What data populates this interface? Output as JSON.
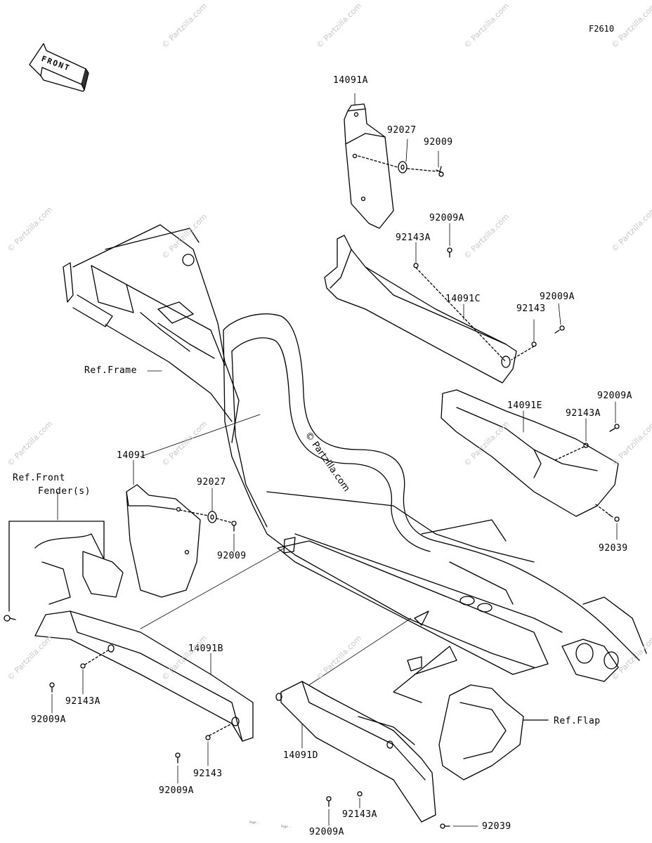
{
  "figure_ref": "F2610",
  "front_label": "FRONT",
  "watermark": "© Partzilla.com",
  "footer_text": [
    "Page ...",
    "Page ..."
  ],
  "parts": {
    "p14091A": "14091A",
    "p92027_top": "92027",
    "p92009_top": "92009",
    "p92009A_top": "92009A",
    "p92143A_top": "92143A",
    "p14091C": "14091C",
    "p92143_r": "92143",
    "p92009A_r": "92009A",
    "p92009A_e": "92009A",
    "p14091E": "14091E",
    "p92143A_e": "92143A",
    "p92039_r": "92039",
    "ref_frame": "Ref.Frame",
    "p14091": "14091",
    "p92027_l": "92027",
    "p92009_l": "92009",
    "ref_front_fender_1": "Ref.Front",
    "ref_front_fender_2": "Fender(s)",
    "p14091B": "14091B",
    "p92143A_l": "92143A",
    "p92009A_l": "92009A",
    "p92143_b": "92143",
    "p92009A_b": "92009A",
    "p14091D": "14091D",
    "ref_flap": "Ref.Flap",
    "p92143A_b": "92143A",
    "p92009A_bb": "92009A",
    "p92039_b": "92039"
  }
}
